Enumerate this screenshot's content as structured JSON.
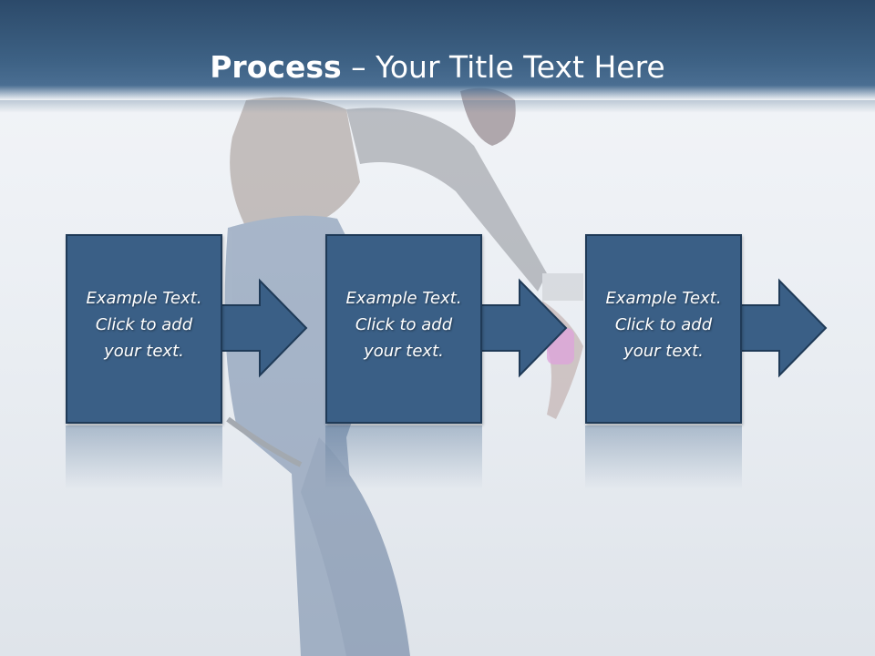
{
  "title": {
    "bold": "Process",
    "rest": " – Your Title Text Here"
  },
  "steps": [
    {
      "lines": [
        "Example Text.",
        "Click  to add",
        "your text."
      ]
    },
    {
      "lines": [
        "Example Text.",
        "Click  to add",
        "your text."
      ]
    },
    {
      "lines": [
        "Example Text.",
        "Click  to add",
        "your text."
      ]
    }
  ],
  "colors": {
    "box_fill": "#3a5f86",
    "box_border": "#1f3a57",
    "title_bar": "#2f5072"
  }
}
